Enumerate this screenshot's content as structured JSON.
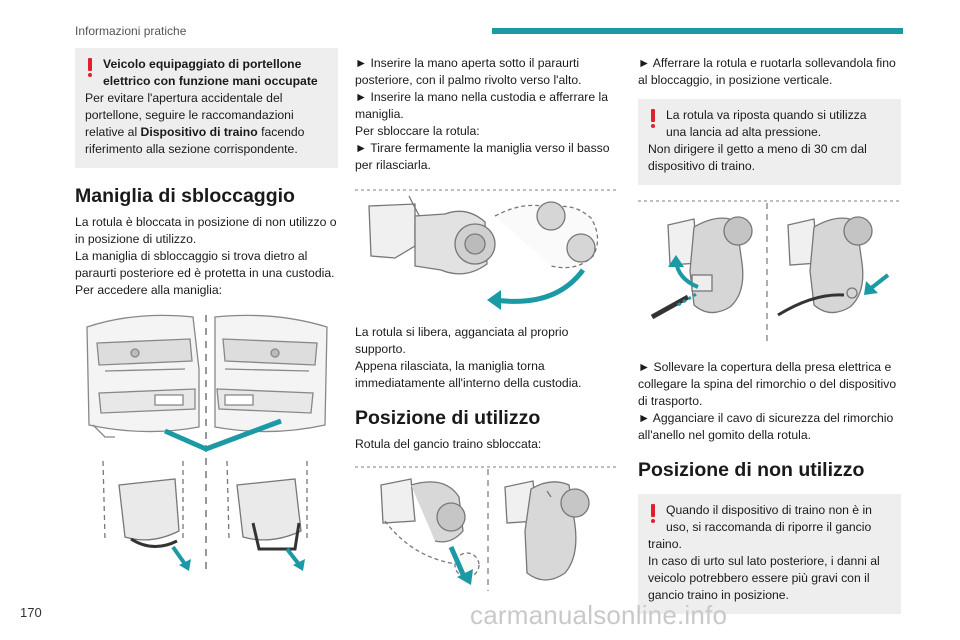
{
  "header": {
    "title": "Informazioni pratiche"
  },
  "page_number": "170",
  "watermark": "carmanualsonline.info",
  "col1": {
    "warning": {
      "title_line1": "Veicolo equipaggiato di portellone",
      "title_line2": "elettrico con funzione mani occupate",
      "body_before": "Per evitare l'apertura accidentale del portellone, seguire le raccomandazioni relative al ",
      "body_bold": "Dispositivo di traino",
      "body_after": " facendo riferimento alla sezione corrispondente."
    },
    "heading": "Maniglia di sbloccaggio",
    "para1_l1": "La rotula è bloccata in posizione di non utilizzo o",
    "para1_l2": "in posizione di utilizzo.",
    "para2_l1": "La maniglia di sbloccaggio si trova dietro al",
    "para2_l2": "paraurti posteriore ed è protetta in una custodia.",
    "para3": "Per accedere alla maniglia:"
  },
  "col2": {
    "step1_l1": "► Inserire la mano aperta sotto il paraurti",
    "step1_l2": "posteriore, con il palmo rivolto verso l'alto.",
    "step2_l1": "► Inserire la mano nella custodia e afferrare la",
    "step2_l2": "maniglia.",
    "line_unlock": "Per sbloccare la rotula:",
    "step3_l1": "► Tirare fermamente la maniglia verso il basso",
    "step3_l2": "per rilasciarla.",
    "after1_l1": "La rotula si libera, agganciata al proprio",
    "after1_l2": "supporto.",
    "after2_l1": "Appena rilasciata, la maniglia torna",
    "after2_l2": "immediatamente all'interno della custodia.",
    "heading": "Posizione di utilizzo",
    "caption": "Rotula del gancio traino sbloccata:"
  },
  "col3": {
    "step1_l1": "► Afferrare la rotula e ruotarla sollevandola fino",
    "step1_l2": "al bloccaggio, in posizione verticale.",
    "warning1": {
      "lead": "La rotula va riposta quando si utilizza",
      "lead2": "una lancia ad alta pressione.",
      "body_l1": "Non dirigere il getto a meno di 30 cm dal",
      "body_l2": "dispositivo di traino."
    },
    "step2_l1": "► Sollevare la copertura della presa elettrica e",
    "step2_l2": "collegare la spina del rimorchio o del dispositivo",
    "step2_l3": "di trasporto.",
    "step3_l1": "► Agganciare il cavo di sicurezza del rimorchio",
    "step3_l2": "all'anello nel gomito della rotula.",
    "heading": "Posizione di non utilizzo",
    "warning2": {
      "lead": "Quando il dispositivo di traino non è in",
      "lead2": "uso, si raccomanda di riporre il gancio",
      "body_l1": "traino.",
      "body_l2": "In caso di urto sul lato posteriore, i danni al",
      "body_l3": "veicolo potrebbero essere più gravi con il",
      "body_l4": "gancio traino in posizione."
    }
  },
  "colors": {
    "accent": "#1b9aa5",
    "warning": "#e0202b",
    "box_bg": "#eeeeee"
  }
}
